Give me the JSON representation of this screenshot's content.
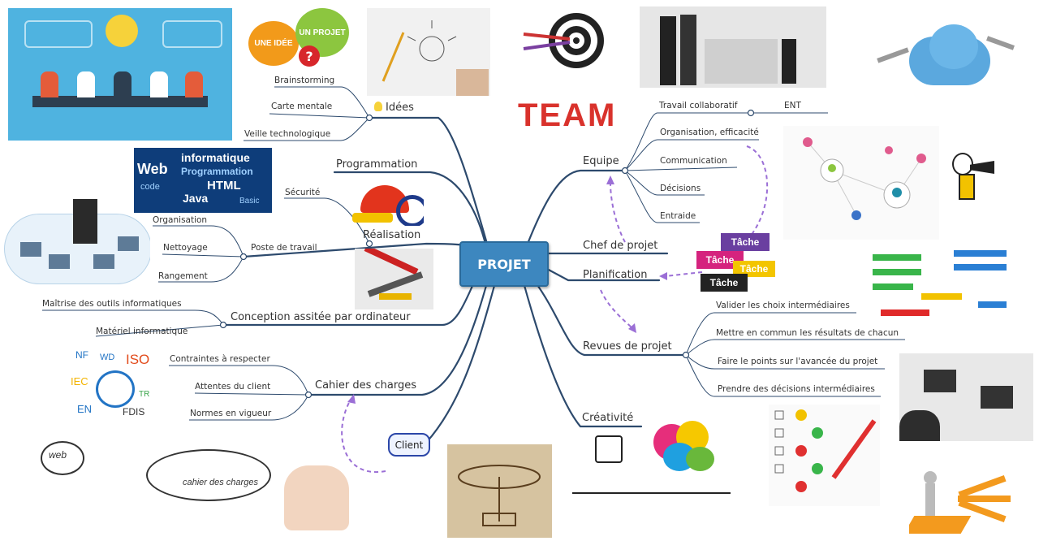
{
  "center": "PROJET",
  "left": {
    "idees": {
      "label": "Idées",
      "children": [
        "Brainstorming",
        "Carte mentale",
        "Veille technologique"
      ]
    },
    "programmation": {
      "label": "Programmation"
    },
    "realisation": {
      "label": "Réalisation",
      "securite": "Sécurité",
      "poste": {
        "label": "Poste de travail",
        "children": [
          "Organisation",
          "Nettoyage",
          "Rangement"
        ]
      }
    },
    "conception": {
      "label": "Conception assitée par ordinateur",
      "children": [
        "Maîtrise des outils informatiques",
        "Matériel informatique"
      ]
    },
    "cahier": {
      "label": "Cahier des charges",
      "children": [
        "Contraintes à respecter",
        "Attentes du client",
        "Normes en vigueur"
      ]
    },
    "client": {
      "label": "Client"
    }
  },
  "right": {
    "equipe": {
      "label": "Equipe",
      "children": [
        "Travail collaboratif",
        "Organisation, efficacité",
        "Communication",
        "Décisions",
        "Entraide"
      ],
      "ent": "ENT"
    },
    "chef": {
      "label": "Chef de projet"
    },
    "planification": {
      "label": "Planification"
    },
    "revues": {
      "label": "Revues de projet",
      "children": [
        "Valider les choix intermédiaires",
        "Mettre en commun les résultats de chacun",
        "Faire le points sur l'avancée du projet",
        "Prendre des décisions intermédiaires"
      ]
    },
    "creativite": {
      "label": "Créativité"
    }
  },
  "image_text": {
    "une_idee": "UNE IDÉE",
    "un_projet": "UN PROJET",
    "team": "TEAM",
    "tache": "Tâche",
    "norms": [
      "NF",
      "WD",
      "ISO",
      "IEC",
      "TR",
      "EN",
      "FDIS"
    ],
    "web_words": [
      "Web",
      "informatique",
      "Programmation",
      "HTML",
      "Java",
      "code",
      "Basic"
    ],
    "sketch": [
      "web",
      "cahier des charges"
    ]
  },
  "colors": {
    "center": "#3d87bf",
    "branch": "#2d4a6d",
    "dashed": "#9b6fd6",
    "client_border": "#2b46a8"
  }
}
